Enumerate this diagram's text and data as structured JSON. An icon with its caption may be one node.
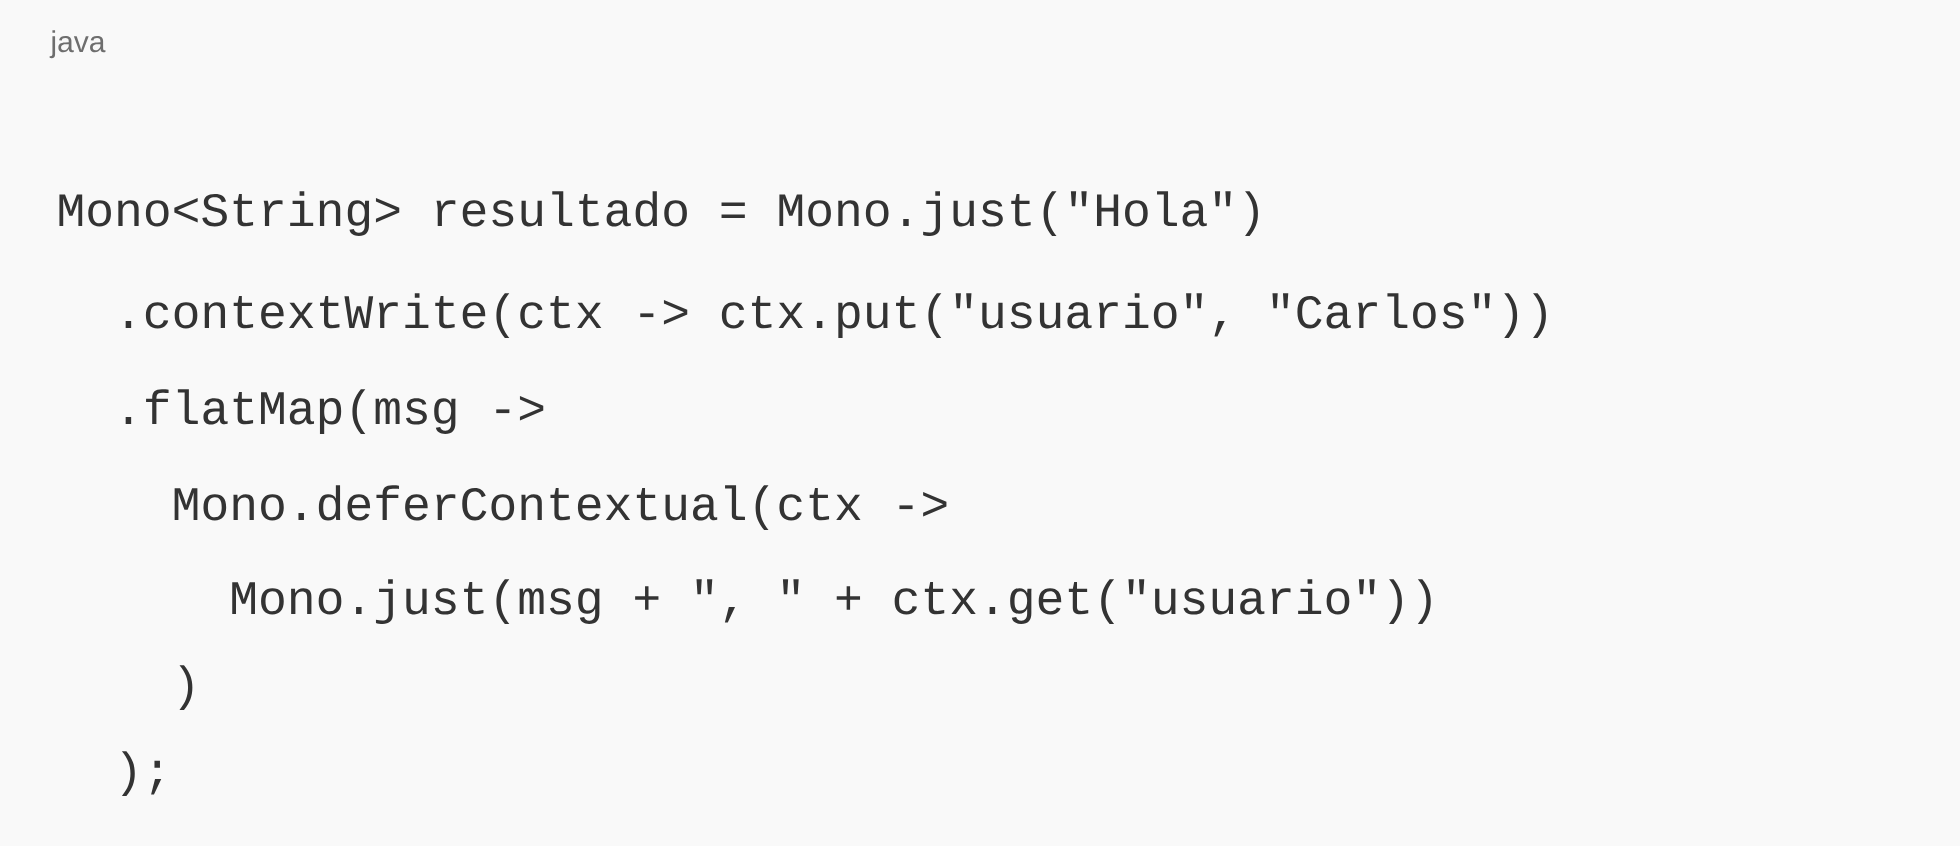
{
  "diagram": {
    "labels": [
      "java",
      "Mono<String> resultado = Mono.just(\"Hola\")",
      ".contextWrite(ctx -> ctx.put(\"usuario\", \"Carlos\"))",
      ".flatMap(msg ->",
      "Mono.deferContextual(ctx ->",
      "Mono.just(msg + \", \" + ctx.get(\"usuario\"))",
      ")",
      ");"
    ]
  }
}
